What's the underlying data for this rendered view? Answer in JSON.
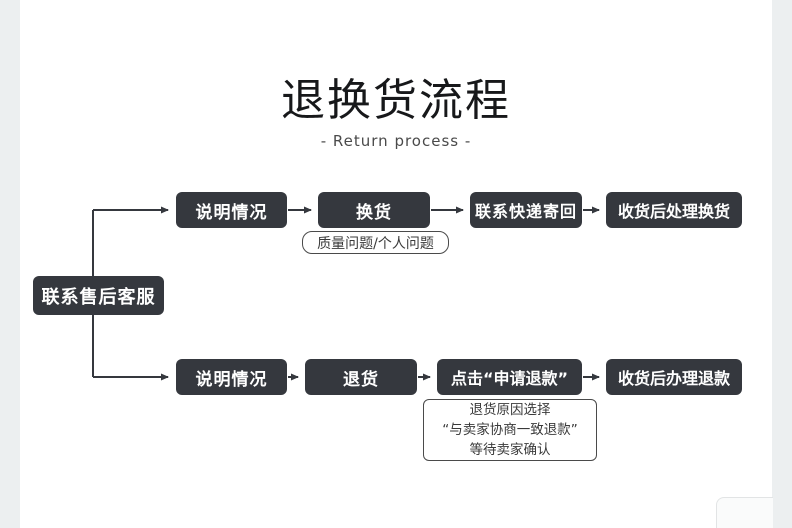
{
  "page": {
    "title": "退换货流程",
    "subtitle": "- Return process -",
    "colors": {
      "canvas_bg": "#eceff0",
      "content_bg": "#ffffff",
      "node_bg": "#35383e",
      "node_text": "#ffffff",
      "callout_border": "#4a4a4a",
      "callout_text": "#3a3a3a"
    }
  },
  "flowchart": {
    "root": {
      "label": "联系售后客服"
    },
    "exchange_branch": {
      "steps": [
        "说明情况",
        "换货",
        "联系快递寄回",
        "收货后处理换货"
      ],
      "note": "质量问题/个人问题"
    },
    "refund_branch": {
      "steps": [
        "说明情况",
        "退货",
        "点击“申请退款”",
        "收货后办理退款"
      ],
      "note_lines": [
        "退货原因选择",
        "“与卖家协商一致退款”",
        "等待卖家确认"
      ]
    }
  }
}
